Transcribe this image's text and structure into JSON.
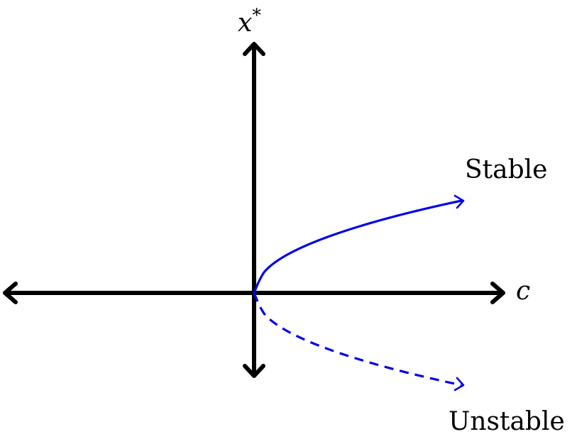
{
  "axes": {
    "x_label": "c",
    "y_label": "x",
    "y_label_sup": "*"
  },
  "branches": {
    "stable_label": "Stable",
    "unstable_label": "Unstable",
    "color": "#0000ee",
    "stable_style": "solid",
    "unstable_style": "dashed"
  }
}
